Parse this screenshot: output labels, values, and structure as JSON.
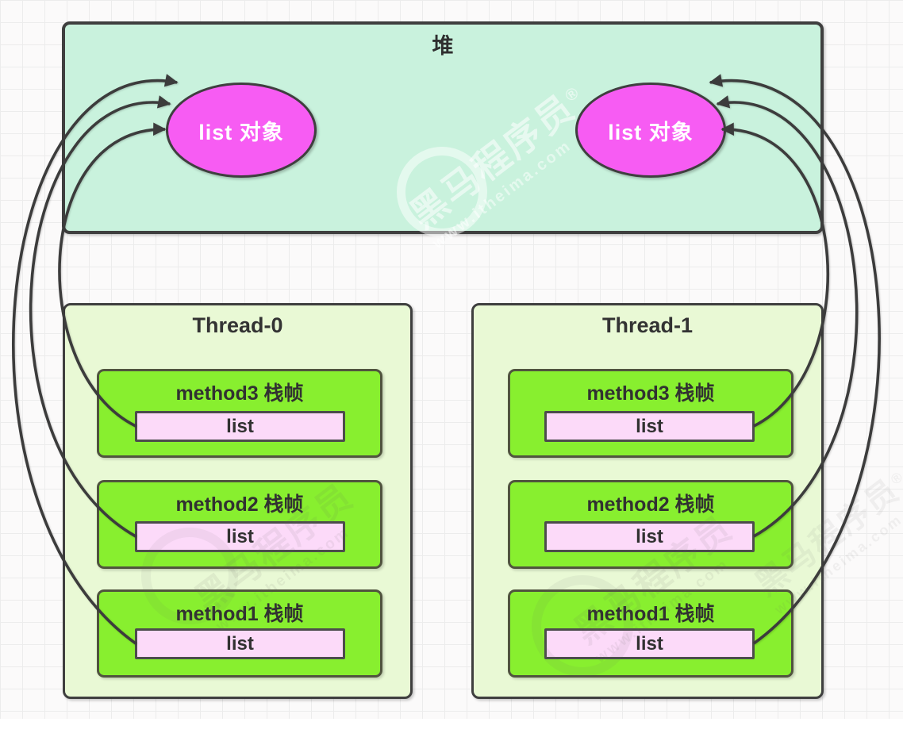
{
  "heap": {
    "label": "堆",
    "objects": [
      {
        "label": "list 对象"
      },
      {
        "label": "list 对象"
      }
    ]
  },
  "threads": [
    {
      "title": "Thread-0",
      "frames": [
        {
          "label": "method3 栈帧",
          "variable": "list"
        },
        {
          "label": "method2 栈帧",
          "variable": "list"
        },
        {
          "label": "method1 栈帧",
          "variable": "list"
        }
      ]
    },
    {
      "title": "Thread-1",
      "frames": [
        {
          "label": "method3 栈帧",
          "variable": "list"
        },
        {
          "label": "method2 栈帧",
          "variable": "list"
        },
        {
          "label": "method1 栈帧",
          "variable": "list"
        }
      ]
    }
  ],
  "watermark": {
    "brand": "黑马程序员",
    "reg": "®",
    "url": "www.itheima.com"
  },
  "colors": {
    "heap_fill": "#c9f2dd",
    "thread_fill": "#e9f9d5",
    "frame_fill": "#88ef2f",
    "variable_fill": "#fcdaf9",
    "object_fill": "#f75cf3",
    "stroke": "#3f3f3f",
    "grid_line": "#ececec",
    "background": "#fbfafa"
  }
}
